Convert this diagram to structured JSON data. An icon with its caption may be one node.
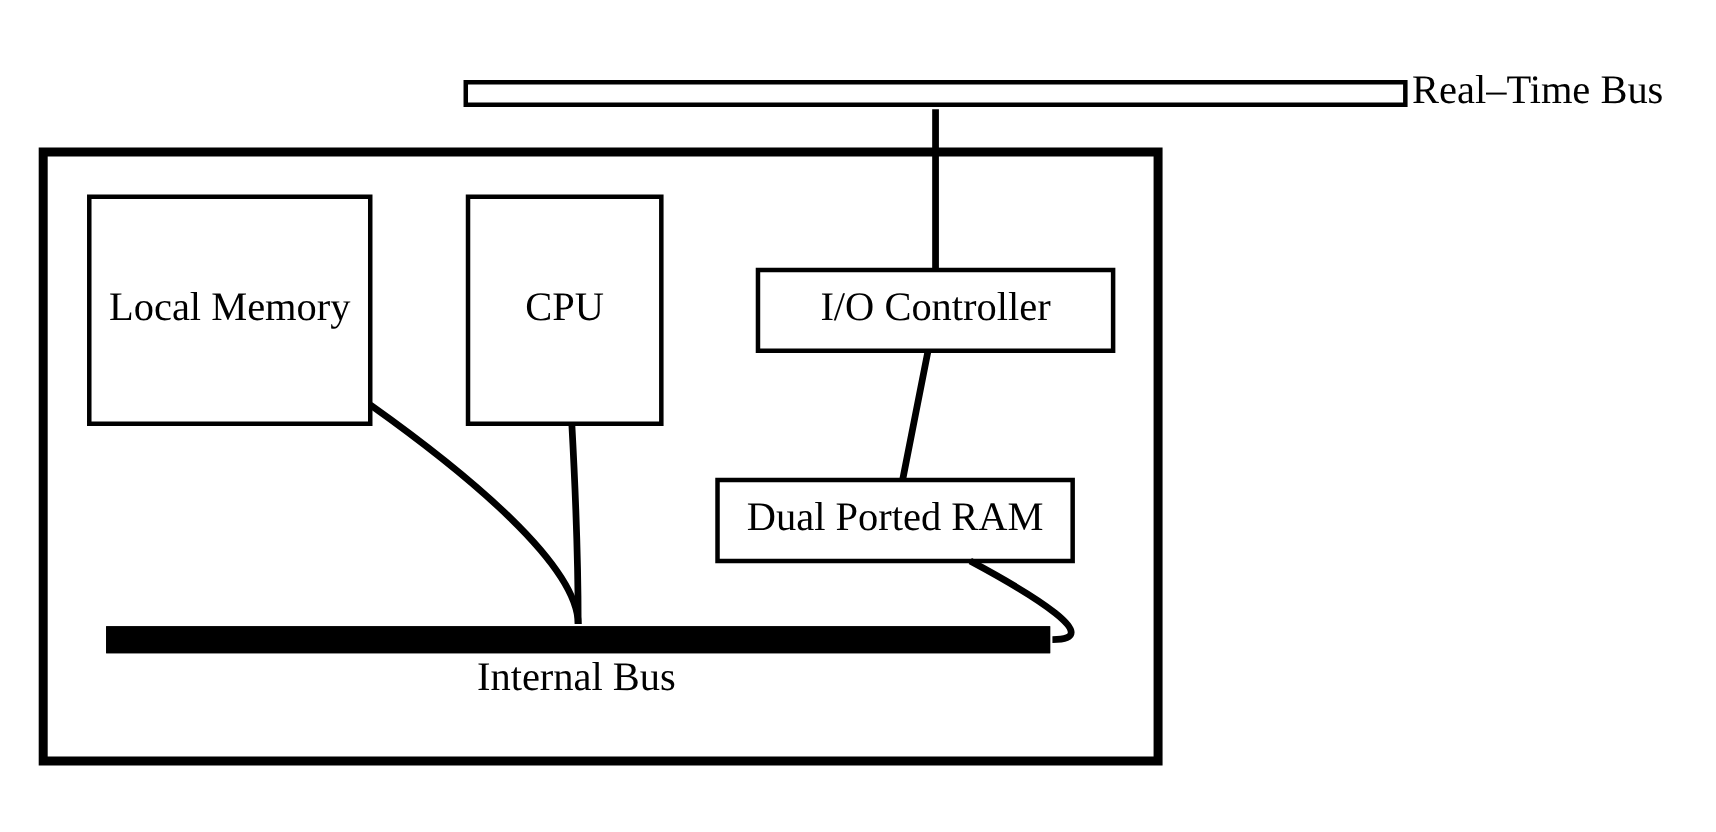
{
  "diagram": {
    "nodes": [
      {
        "text": [],
        "shape": "bar",
        "beside": [
          "Real–Time Bus"
        ]
      },
      {
        "text": [],
        "shape": "box"
      },
      {
        "text": [
          "I/O Controller"
        ],
        "in": 1
      },
      {
        "text": [
          "Dual Ported RAM"
        ],
        "in": 1
      },
      {
        "text": [
          "CPU"
        ],
        "in": 1
      },
      {
        "text": [
          "Local Memory"
        ],
        "in": 1
      },
      {
        "text": [],
        "shape": "bar",
        "in": 1,
        "beside": [
          "Internal Bus"
        ]
      }
    ],
    "edges": [
      {
        "from": 0,
        "to": 2,
        "arrow": "none"
      },
      {
        "from": 2,
        "to": 3,
        "arrow": "none"
      },
      {
        "from": 3,
        "to": 6,
        "arrow": "none"
      },
      {
        "from": 4,
        "to": 6,
        "arrow": "none"
      },
      {
        "from": 5,
        "to": 6,
        "arrow": "none"
      }
    ]
  }
}
